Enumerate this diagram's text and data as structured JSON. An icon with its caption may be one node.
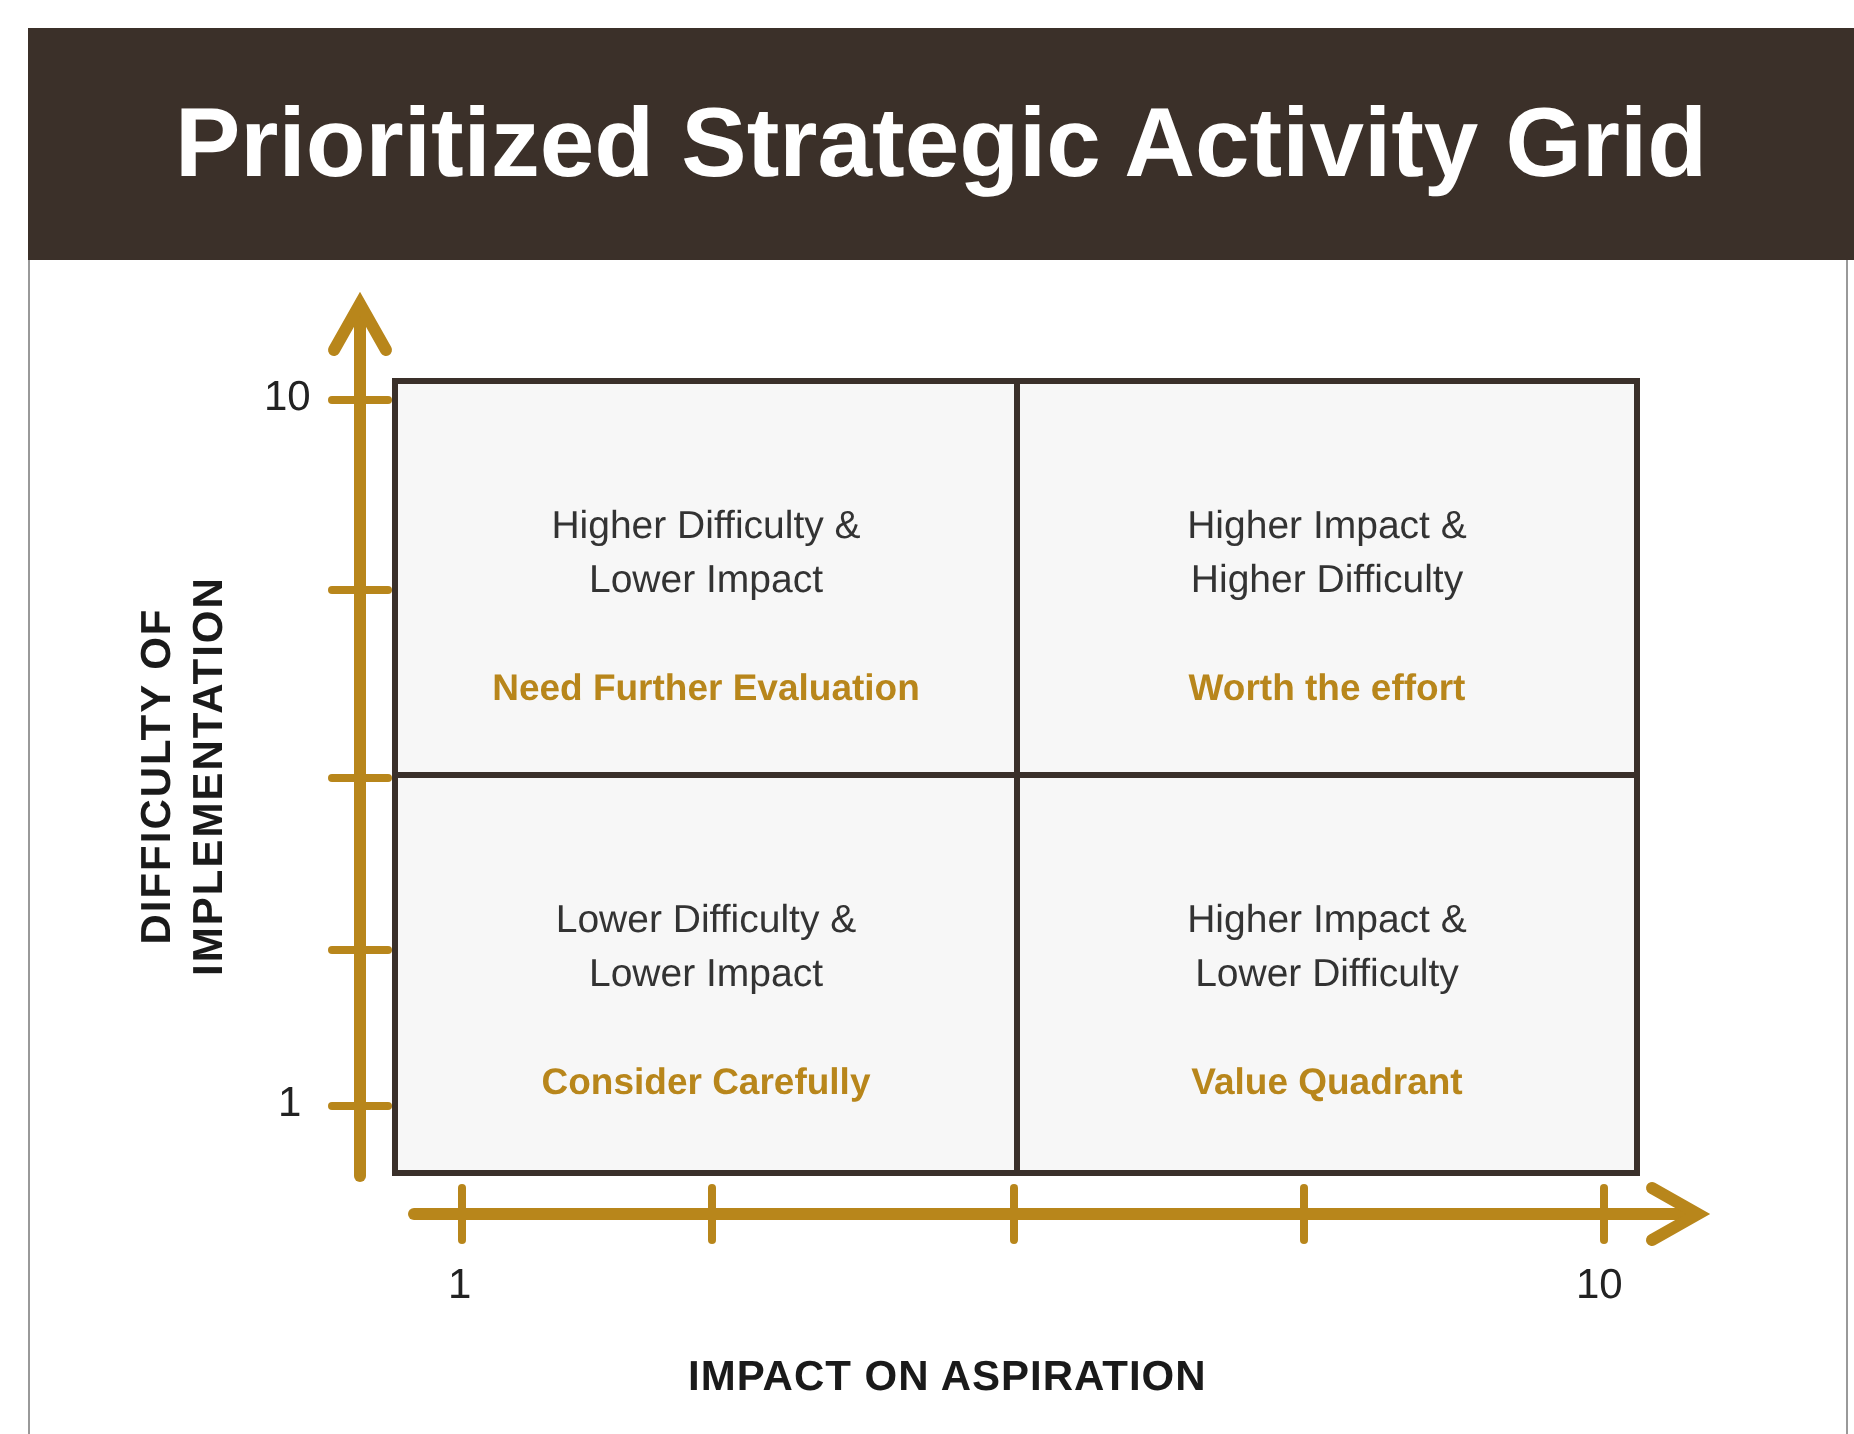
{
  "diagram": {
    "title": "Prioritized Strategic Activity Grid",
    "nodes": [
      {
        "text": [
          "Higher Difficulty & Lower Impact",
          "Need Further Evaluation"
        ]
      },
      {
        "text": [
          "Higher Impact & Higher Difficulty",
          "Worth the effort"
        ]
      },
      {
        "text": [
          "Lower Difficulty & Lower Impact",
          "Consider Carefully"
        ]
      },
      {
        "text": [
          "Higher Impact & Lower Difficulty",
          "Value Quadrant"
        ]
      }
    ],
    "edges": [],
    "labels": [
      "10",
      "DIFFICULTY OF IMPLEMENTATION",
      "1",
      "1",
      "10",
      "IMPACT ON ASPIRATION"
    ]
  }
}
